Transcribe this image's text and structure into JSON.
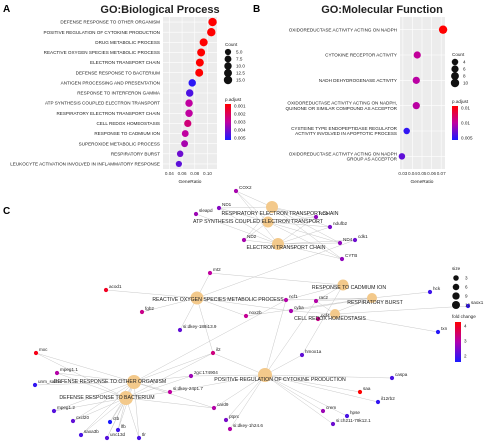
{
  "panels": {
    "a": "A",
    "b": "B",
    "c": "C"
  },
  "chart_data": [
    {
      "type": "scatter",
      "title": "GO:Biological Process",
      "xlabel": "GeneRatio",
      "xticks": [
        0.04,
        0.06,
        0.08,
        0.1
      ],
      "xlim": [
        0.03,
        0.115
      ],
      "terms": [
        {
          "name": "DEFENSE RESPONSE TO OTHER ORGANISM",
          "gene_ratio": 0.108,
          "count": 15,
          "p_adjust": 0.0008
        },
        {
          "name": "POSITIVE REGULATION OF CYTOKINE PRODUCTION",
          "gene_ratio": 0.106,
          "count": 15,
          "p_adjust": 0.0008
        },
        {
          "name": "DRUG METABOLIC PROCESS",
          "gene_ratio": 0.094,
          "count": 13,
          "p_adjust": 0.001
        },
        {
          "name": "REACTIVE OXYGEN SPECIES METABOLIC PROCESS",
          "gene_ratio": 0.09,
          "count": 12.5,
          "p_adjust": 0.0009
        },
        {
          "name": "ELECTRON TRANSPORT CHAIN",
          "gene_ratio": 0.088,
          "count": 12.5,
          "p_adjust": 0.0008
        },
        {
          "name": "DEFENSE RESPONSE TO BACTERIUM",
          "gene_ratio": 0.087,
          "count": 12.5,
          "p_adjust": 0.0008
        },
        {
          "name": "ANTIGEN PROCESSING AND PRESENTATION",
          "gene_ratio": 0.076,
          "count": 10,
          "p_adjust": 0.0048
        },
        {
          "name": "RESPONSE TO INTERFERON GAMMA",
          "gene_ratio": 0.072,
          "count": 10,
          "p_adjust": 0.0044
        },
        {
          "name": "ATP SYNTHESIS COUPLED ELECTRON TRANSPORT",
          "gene_ratio": 0.071,
          "count": 10,
          "p_adjust": 0.003
        },
        {
          "name": "RESPIRATORY ELECTRON TRANSPORT CHAIN",
          "gene_ratio": 0.071,
          "count": 10,
          "p_adjust": 0.003
        },
        {
          "name": "CELL REDOX HOMEOSTASIS",
          "gene_ratio": 0.069,
          "count": 9,
          "p_adjust": 0.0025
        },
        {
          "name": "RESPONSE TO CADMIUM ION",
          "gene_ratio": 0.065,
          "count": 7.5,
          "p_adjust": 0.003
        },
        {
          "name": "SUPEROXIDE METABOLIC PROCESS",
          "gene_ratio": 0.064,
          "count": 7.5,
          "p_adjust": 0.0033
        },
        {
          "name": "RESPIRATORY BURST",
          "gene_ratio": 0.057,
          "count": 6,
          "p_adjust": 0.004
        },
        {
          "name": "LEUKOCYTE ACTIVATION INVOLVED IN INFLAMMATORY RESPONSE",
          "gene_ratio": 0.055,
          "count": 5,
          "p_adjust": 0.0042
        }
      ],
      "size_legend_title": "Count",
      "size_legend": [
        5.0,
        7.5,
        10.0,
        12.5,
        15.0
      ],
      "size_legend_labels": [
        "5.0",
        "7.5",
        "10.0",
        "12.5",
        "15.0"
      ],
      "color_legend_title": "p.adjust",
      "color_legend_range": [
        0.001,
        0.005
      ],
      "color_legend_labels": [
        "0.001",
        "0.002",
        "0.003",
        "0.004",
        "0.005"
      ],
      "colors": {
        "low": "#ff0000",
        "high": "#1a1aff"
      }
    },
    {
      "type": "scatter",
      "title": "GO:Molecular Function",
      "xlabel": "GeneRatio",
      "xticks": [
        0.03,
        0.04,
        0.05,
        0.06,
        0.07
      ],
      "xlim": [
        0.027,
        0.074
      ],
      "terms": [
        {
          "name": "OXIDOREDUCTASE ACTIVITY ACTING ON NADPH",
          "gene_ratio": 0.072,
          "count": 10,
          "p_adjust": 0.0005
        },
        {
          "name": "CYTOKINE RECEPTOR ACTIVITY",
          "gene_ratio": 0.045,
          "count": 6,
          "p_adjust": 0.0075
        },
        {
          "name": "NADH DEHYDROGENASE ACTIVITY",
          "gene_ratio": 0.044,
          "count": 6,
          "p_adjust": 0.008
        },
        {
          "name": "OXIDOREDUCTASE ACTIVITY ACTING ON NADPH, QUINONE OR SIMILAR COMPOUND AS ACCEPTOR",
          "gene_ratio": 0.044,
          "count": 6,
          "p_adjust": 0.008
        },
        {
          "name": "CYSTEINE TYPE ENDOPEPTIDASE REGULATOR ACTIVITY INVOLVED IN APOPTOTIC PROCESS",
          "gene_ratio": 0.034,
          "count": 4,
          "p_adjust": 0.014
        },
        {
          "name": "OXIDOREDUCTASE ACTIVITY ACTING ON NADPH GROUP AS ACCEPTOR",
          "gene_ratio": 0.029,
          "count": 4,
          "p_adjust": 0.012
        }
      ],
      "size_legend_title": "Count",
      "size_legend": [
        4,
        6,
        8,
        10
      ],
      "size_legend_labels": [
        "4",
        "6",
        "8",
        "10"
      ],
      "color_legend_title": "p.adjust",
      "color_legend_range": [
        0.0005,
        0.015
      ],
      "color_legend_labels": [
        "0.01",
        "0.01",
        "0.005"
      ],
      "colors": {
        "low": "#ff0000",
        "high": "#1a1aff"
      }
    },
    {
      "type": "network",
      "terms": [
        {
          "id": "t_resp_etc",
          "name": "RESPIRATORY ELECTRON TRANSPORT CHAIN"
        },
        {
          "id": "t_atp",
          "name": "ATP SYNTHESIS COUPLED ELECTRON TRANSPORT"
        },
        {
          "id": "t_etc",
          "name": "ELECTRON TRANSPORT CHAIN"
        },
        {
          "id": "t_cadmium",
          "name": "RESPONSE TO CADMIUM ION"
        },
        {
          "id": "t_burst",
          "name": "RESPIRATORY BURST"
        },
        {
          "id": "t_redox",
          "name": "CELL REDOX HOMEOSTASIS"
        },
        {
          "id": "t_ros",
          "name": "REACTIVE OXYGEN SPECIES METABOLIC PROCESS"
        },
        {
          "id": "t_cytokine",
          "name": "POSITIVE REGULATION OF CYTOKINE PRODUCTION"
        },
        {
          "id": "t_def_org",
          "name": "DEFENSE RESPONSE TO OTHER ORGANISM"
        },
        {
          "id": "t_def_bac",
          "name": "DEFENSE RESPONSE TO BACTERIUM"
        }
      ],
      "genes": [
        {
          "id": "g_cox2",
          "name": "COX2",
          "fold_change": 3.2
        },
        {
          "id": "g_nd3",
          "name": "ND3",
          "fold_change": 3.0
        },
        {
          "id": "g_ndufb2",
          "name": "ndufb2",
          "fold_change": 2.8
        },
        {
          "id": "g_nd1",
          "name": "ND1",
          "fold_change": 2.9
        },
        {
          "id": "g_sleapd",
          "name": "sleapd",
          "fold_change": 3.1
        },
        {
          "id": "g_nd4",
          "name": "ND4",
          "fold_change": 3.0
        },
        {
          "id": "g_nd2",
          "name": "ND2",
          "fold_change": 3.2
        },
        {
          "id": "g_cytb",
          "name": "CYTB",
          "fold_change": 3.0
        },
        {
          "id": "g_cdk1",
          "name": "cdk1",
          "fold_change": 2.7
        },
        {
          "id": "g_acod1",
          "name": "acod1",
          "fold_change": 4.5
        },
        {
          "id": "g_fgb2",
          "name": "fgb2",
          "fold_change": 3.6
        },
        {
          "id": "g_mt2",
          "name": "mt2",
          "fold_change": 3.4
        },
        {
          "id": "g_ncf1",
          "name": "ncf1",
          "fold_change": 3.3
        },
        {
          "id": "g_rac2",
          "name": "rac2",
          "fold_change": 3.3
        },
        {
          "id": "g_cyba",
          "name": "cyba",
          "fold_change": 3.2
        },
        {
          "id": "g_ncf4",
          "name": "ncf4",
          "fold_change": 3.6
        },
        {
          "id": "g_nox2b",
          "name": "nox2b",
          "fold_change": 3.5
        },
        {
          "id": "g_hck",
          "name": "hck",
          "fold_change": 2.3
        },
        {
          "id": "g_saox1",
          "name": "saox1",
          "fold_change": 2.2
        },
        {
          "id": "g_txn",
          "name": "txn",
          "fold_change": 2.1
        },
        {
          "id": "g_sidkey188",
          "name": "si:dkey-188i13.9",
          "fold_change": 2.6
        },
        {
          "id": "g_il2",
          "name": "il2",
          "fold_change": 3.7
        },
        {
          "id": "g_hmox1a",
          "name": "hmox1a",
          "fold_change": 2.6
        },
        {
          "id": "g_mxc",
          "name": "mxc",
          "fold_change": 4.6
        },
        {
          "id": "g_mpeg11",
          "name": "mpeg1.1",
          "fold_change": 3.3
        },
        {
          "id": "g_unm",
          "name": "unm_sa811",
          "fold_change": 2.2
        },
        {
          "id": "g_zgc",
          "name": "zgc:174904",
          "fold_change": 3.1
        },
        {
          "id": "g_sidkey24",
          "name": "si:dkey-24p1.7",
          "fold_change": 3.4
        },
        {
          "id": "g_ctb",
          "name": "ctb",
          "fold_change": 2.0
        },
        {
          "id": "g_mpeg12",
          "name": "mpeg1.2",
          "fold_change": 2.5
        },
        {
          "id": "g_cxcl20",
          "name": "cxcl20",
          "fold_change": 2.6
        },
        {
          "id": "g_saxa3b",
          "name": "saxa3b",
          "fold_change": 2.4
        },
        {
          "id": "g_card9",
          "name": "card9",
          "fold_change": 3.3
        },
        {
          "id": "g_ptprc",
          "name": "ptprc",
          "fold_change": 2.8
        },
        {
          "id": "g_caspa",
          "name": "caspa",
          "fold_change": 2.4
        },
        {
          "id": "g_saa",
          "name": "saa",
          "fold_change": 4.8
        },
        {
          "id": "g_il12rb2",
          "name": "il12rb2",
          "fold_change": 2.2
        },
        {
          "id": "g_crem",
          "name": "crem",
          "fold_change": 3.1
        },
        {
          "id": "g_hpse",
          "name": "hpse",
          "fold_change": 2.4
        },
        {
          "id": "g_sich211",
          "name": "si:ch211-79k12.1",
          "fold_change": 2.7
        },
        {
          "id": "g_sidkey1n",
          "name": "si:dkey-1h24.6",
          "fold_change": 3.3
        },
        {
          "id": "g_unc13d",
          "name": "unc13d",
          "fold_change": 2.5
        },
        {
          "id": "g_tlr",
          "name": "tlr",
          "fold_change": 2.4
        },
        {
          "id": "g_lfb",
          "name": "lfb",
          "fold_change": 2.3
        }
      ],
      "edges": [
        [
          "g_cox2",
          "t_resp_etc"
        ],
        [
          "g_nd3",
          "t_resp_etc"
        ],
        [
          "g_ndufb2",
          "t_resp_etc"
        ],
        [
          "g_nd1",
          "t_resp_etc"
        ],
        [
          "g_nd4",
          "t_resp_etc"
        ],
        [
          "g_nd2",
          "t_resp_etc"
        ],
        [
          "g_cytb",
          "t_resp_etc"
        ],
        [
          "g_cox2",
          "t_atp"
        ],
        [
          "g_nd3",
          "t_atp"
        ],
        [
          "g_ndufb2",
          "t_atp"
        ],
        [
          "g_nd1",
          "t_atp"
        ],
        [
          "g_nd4",
          "t_atp"
        ],
        [
          "g_nd2",
          "t_atp"
        ],
        [
          "g_cytb",
          "t_atp"
        ],
        [
          "g_cox2",
          "t_etc"
        ],
        [
          "g_nd3",
          "t_etc"
        ],
        [
          "g_ndufb2",
          "t_etc"
        ],
        [
          "g_nd1",
          "t_etc"
        ],
        [
          "g_nd4",
          "t_etc"
        ],
        [
          "g_nd2",
          "t_etc"
        ],
        [
          "g_cytb",
          "t_etc"
        ],
        [
          "g_cdk1",
          "t_etc"
        ],
        [
          "g_sleapd",
          "t_etc"
        ],
        [
          "g_mt2",
          "t_ros"
        ],
        [
          "g_ncf1",
          "t_ros"
        ],
        [
          "g_cyba",
          "t_ros"
        ],
        [
          "g_nox2b",
          "t_ros"
        ],
        [
          "g_acod1",
          "t_ros"
        ],
        [
          "g_fgb2",
          "t_ros"
        ],
        [
          "g_sidkey188",
          "t_ros"
        ],
        [
          "g_il2",
          "t_ros"
        ],
        [
          "g_cdk1",
          "t_ros"
        ],
        [
          "g_mt2",
          "t_cadmium"
        ],
        [
          "g_ncf1",
          "t_cadmium"
        ],
        [
          "g_rac2",
          "t_cadmium"
        ],
        [
          "g_hmox1a",
          "t_cadmium"
        ],
        [
          "g_ncf1",
          "t_burst"
        ],
        [
          "g_rac2",
          "t_burst"
        ],
        [
          "g_cyba",
          "t_burst"
        ],
        [
          "g_ncf4",
          "t_burst"
        ],
        [
          "g_nox2b",
          "t_burst"
        ],
        [
          "g_hck",
          "t_burst"
        ],
        [
          "g_rac2",
          "t_redox"
        ],
        [
          "g_saox1",
          "t_redox"
        ],
        [
          "g_txn",
          "t_redox"
        ],
        [
          "g_cyba",
          "t_redox"
        ],
        [
          "g_il2",
          "t_cytokine"
        ],
        [
          "g_zgc",
          "t_cytokine"
        ],
        [
          "g_sidkey24",
          "t_cytokine"
        ],
        [
          "g_card9",
          "t_cytokine"
        ],
        [
          "g_ptprc",
          "t_cytokine"
        ],
        [
          "g_caspa",
          "t_cytokine"
        ],
        [
          "g_saa",
          "t_cytokine"
        ],
        [
          "g_il12rb2",
          "t_cytokine"
        ],
        [
          "g_crem",
          "t_cytokine"
        ],
        [
          "g_hpse",
          "t_cytokine"
        ],
        [
          "g_sich211",
          "t_cytokine"
        ],
        [
          "g_sidkey1n",
          "t_cytokine"
        ],
        [
          "g_hmox1a",
          "t_cytokine"
        ],
        [
          "g_rac2",
          "t_cytokine"
        ],
        [
          "g_ncf1",
          "t_cytokine"
        ],
        [
          "g_mxc",
          "t_def_org"
        ],
        [
          "g_mpeg11",
          "t_def_org"
        ],
        [
          "g_unm",
          "t_def_org"
        ],
        [
          "g_mpeg12",
          "t_def_org"
        ],
        [
          "g_cxcl20",
          "t_def_org"
        ],
        [
          "g_saxa3b",
          "t_def_org"
        ],
        [
          "g_ctb",
          "t_def_org"
        ],
        [
          "g_lfb",
          "t_def_org"
        ],
        [
          "g_zgc",
          "t_def_org"
        ],
        [
          "g_sidkey24",
          "t_def_org"
        ],
        [
          "g_il2",
          "t_def_org"
        ],
        [
          "g_ncf1",
          "t_def_org"
        ],
        [
          "g_unc13d",
          "t_def_org"
        ],
        [
          "g_tlr",
          "t_def_org"
        ],
        [
          "g_card9",
          "t_def_org"
        ],
        [
          "g_mxc",
          "t_def_bac"
        ],
        [
          "g_mpeg11",
          "t_def_bac"
        ],
        [
          "g_mpeg12",
          "t_def_bac"
        ],
        [
          "g_cxcl20",
          "t_def_bac"
        ],
        [
          "g_saxa3b",
          "t_def_bac"
        ],
        [
          "g_ctb",
          "t_def_bac"
        ],
        [
          "g_lfb",
          "t_def_bac"
        ],
        [
          "g_unc13d",
          "t_def_bac"
        ],
        [
          "g_tlr",
          "t_def_bac"
        ],
        [
          "g_zgc",
          "t_def_bac"
        ],
        [
          "g_sidkey24",
          "t_def_bac"
        ],
        [
          "g_il2",
          "t_def_bac"
        ],
        [
          "g_card9",
          "t_def_bac"
        ]
      ],
      "size_legend_title": "size",
      "size_legend": [
        3,
        6,
        9,
        12
      ],
      "size_legend_labels": [
        "3",
        "6",
        "9",
        "12"
      ],
      "color_legend_title": "fold change",
      "color_legend_labels": [
        "4",
        "3",
        "2"
      ],
      "colors": {
        "term": "#f3c98b",
        "edge": "#c8c8c8",
        "high": "#ff1a1a",
        "low": "#1a1aff"
      }
    }
  ]
}
